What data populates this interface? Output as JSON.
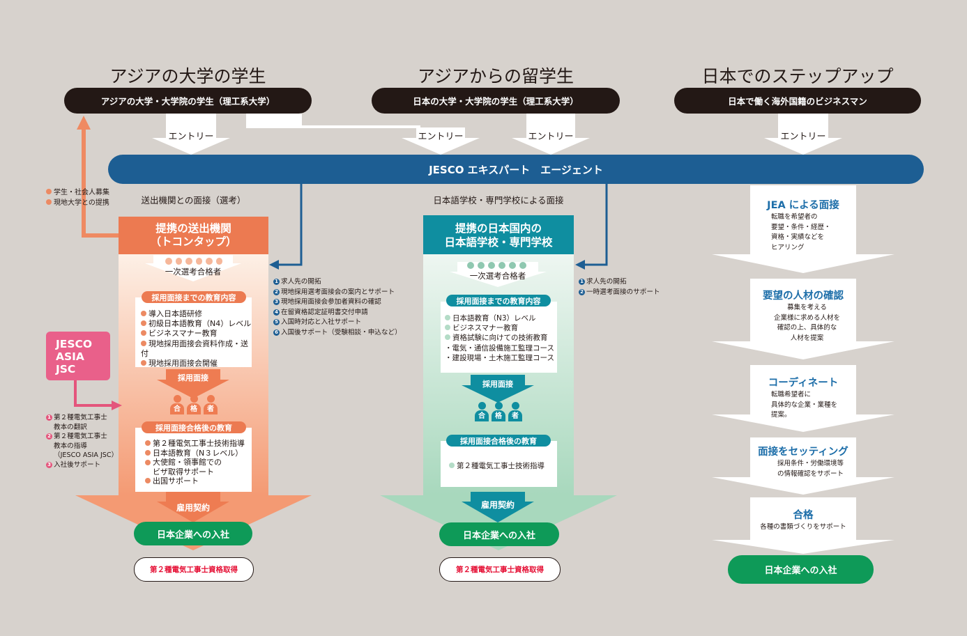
{
  "columns": {
    "left_title": "アジアの大学の学生",
    "middle_title": "アジアからの留学生",
    "right_title": "日本でのステップアップ",
    "left_pill": "アジアの大学・大学院の学生（理工系大学）",
    "middle_pill": "日本の大学・大学院の学生（理工系大学）",
    "right_pill": "日本で働く海外国籍のビジネスマン"
  },
  "entry_label": "エントリー",
  "agent_bar": "JESCO エキスパート　エージェント",
  "recruit_notes": [
    "学生・社会人募集",
    "現地大学との提携"
  ],
  "left_flow": {
    "interview_label": "送出機関との面接（選考）",
    "header": "提携の送出機関\n（トコンタップ）",
    "passed_first": "一次選考合格者",
    "edu_before_title": "採用面接までの教育内容",
    "edu_before_items": [
      "導入日本語研修",
      "初級日本語教育（N4）レベル",
      "ビジネスマナー教育",
      "現地採用面接会資料作成・送付",
      "現地採用面接会開催"
    ],
    "interview_arrow": "採用面接",
    "passed_people": [
      "合",
      "格",
      "者"
    ],
    "edu_after_title": "採用面接合格後の教育",
    "edu_after_items": [
      "第２種電気工事士技術指導",
      "日本語教育（N３レベル）",
      "大使館・領事館での\nビザ取得サポート",
      "出国サポート"
    ],
    "contract_arrow": "雇用契約",
    "join_pill": "日本企業への入社",
    "license_pill": "第２種電気工事士資格取得"
  },
  "left_support": {
    "items": [
      "求人先の開拓",
      "現地採用選考面接会の案内とサポート",
      "現地採用面接会参加者資料の確認",
      "在留資格認定証明書交付申請",
      "入国時対応と入社サポート",
      "入国後サポート（受験相談・申込など）"
    ]
  },
  "jsc": {
    "label": "JESCO\nASIA\nJSC",
    "items": [
      "第２種電気工事士\n教本の翻訳",
      "第２種電気工事士\n教本の指導\n（JESCO ASIA JSC）",
      "入社後サポート"
    ]
  },
  "middle_flow": {
    "interview_label": "日本語学校・専門学校による面接",
    "header": "提携の日本国内の\n日本語学校・専門学校",
    "passed_first": "一次選考合格者",
    "edu_before_title": "採用面接までの教育内容",
    "edu_before_items": [
      "日本語教育（N3）レベル",
      "ビジネスマナー教育",
      "資格試験に向けての技術教育",
      "・電気・通信設備施工監理コース",
      "・建設現場・土木施工監理コース"
    ],
    "interview_arrow": "採用面接",
    "passed_people": [
      "合",
      "格",
      "者"
    ],
    "edu_after_title": "採用面接合格後の教育",
    "edu_after_items": [
      "第２種電気工事士技術指導"
    ],
    "contract_arrow": "雇用契約",
    "join_pill": "日本企業への入社",
    "license_pill": "第２種電気工事士資格取得"
  },
  "middle_support": {
    "items": [
      "求人先の開拓",
      "一時選考面接のサポート"
    ]
  },
  "right_flow": {
    "steps": [
      {
        "title": "JEA による面接",
        "text": "転職を希望者の\n要望・条件・経歴・\n資格・実績などを\nヒアリング"
      },
      {
        "title": "要望の人材の確認",
        "text": "募集を考える\n企業様に求める人材を\n確認の上、具体的な\n人材を提案"
      },
      {
        "title": "コーディネート",
        "text": "転職希望者に\n具体的な企業・業種を\n提案。"
      },
      {
        "title": "面接をセッティング",
        "text": "採用条件・労働環境等\nの情報確認をサポート"
      },
      {
        "title": "合格",
        "text": "各種の書類づくりをサポート"
      }
    ],
    "join_pill": "日本企業への入社"
  },
  "colors": {
    "dark": "#231815",
    "blue": "#1d5e93",
    "orange": "#ec7a51",
    "teal": "#0f8ea0",
    "green": "#0e9a58",
    "pink": "#e4557c",
    "background": "#d7d2cd"
  }
}
